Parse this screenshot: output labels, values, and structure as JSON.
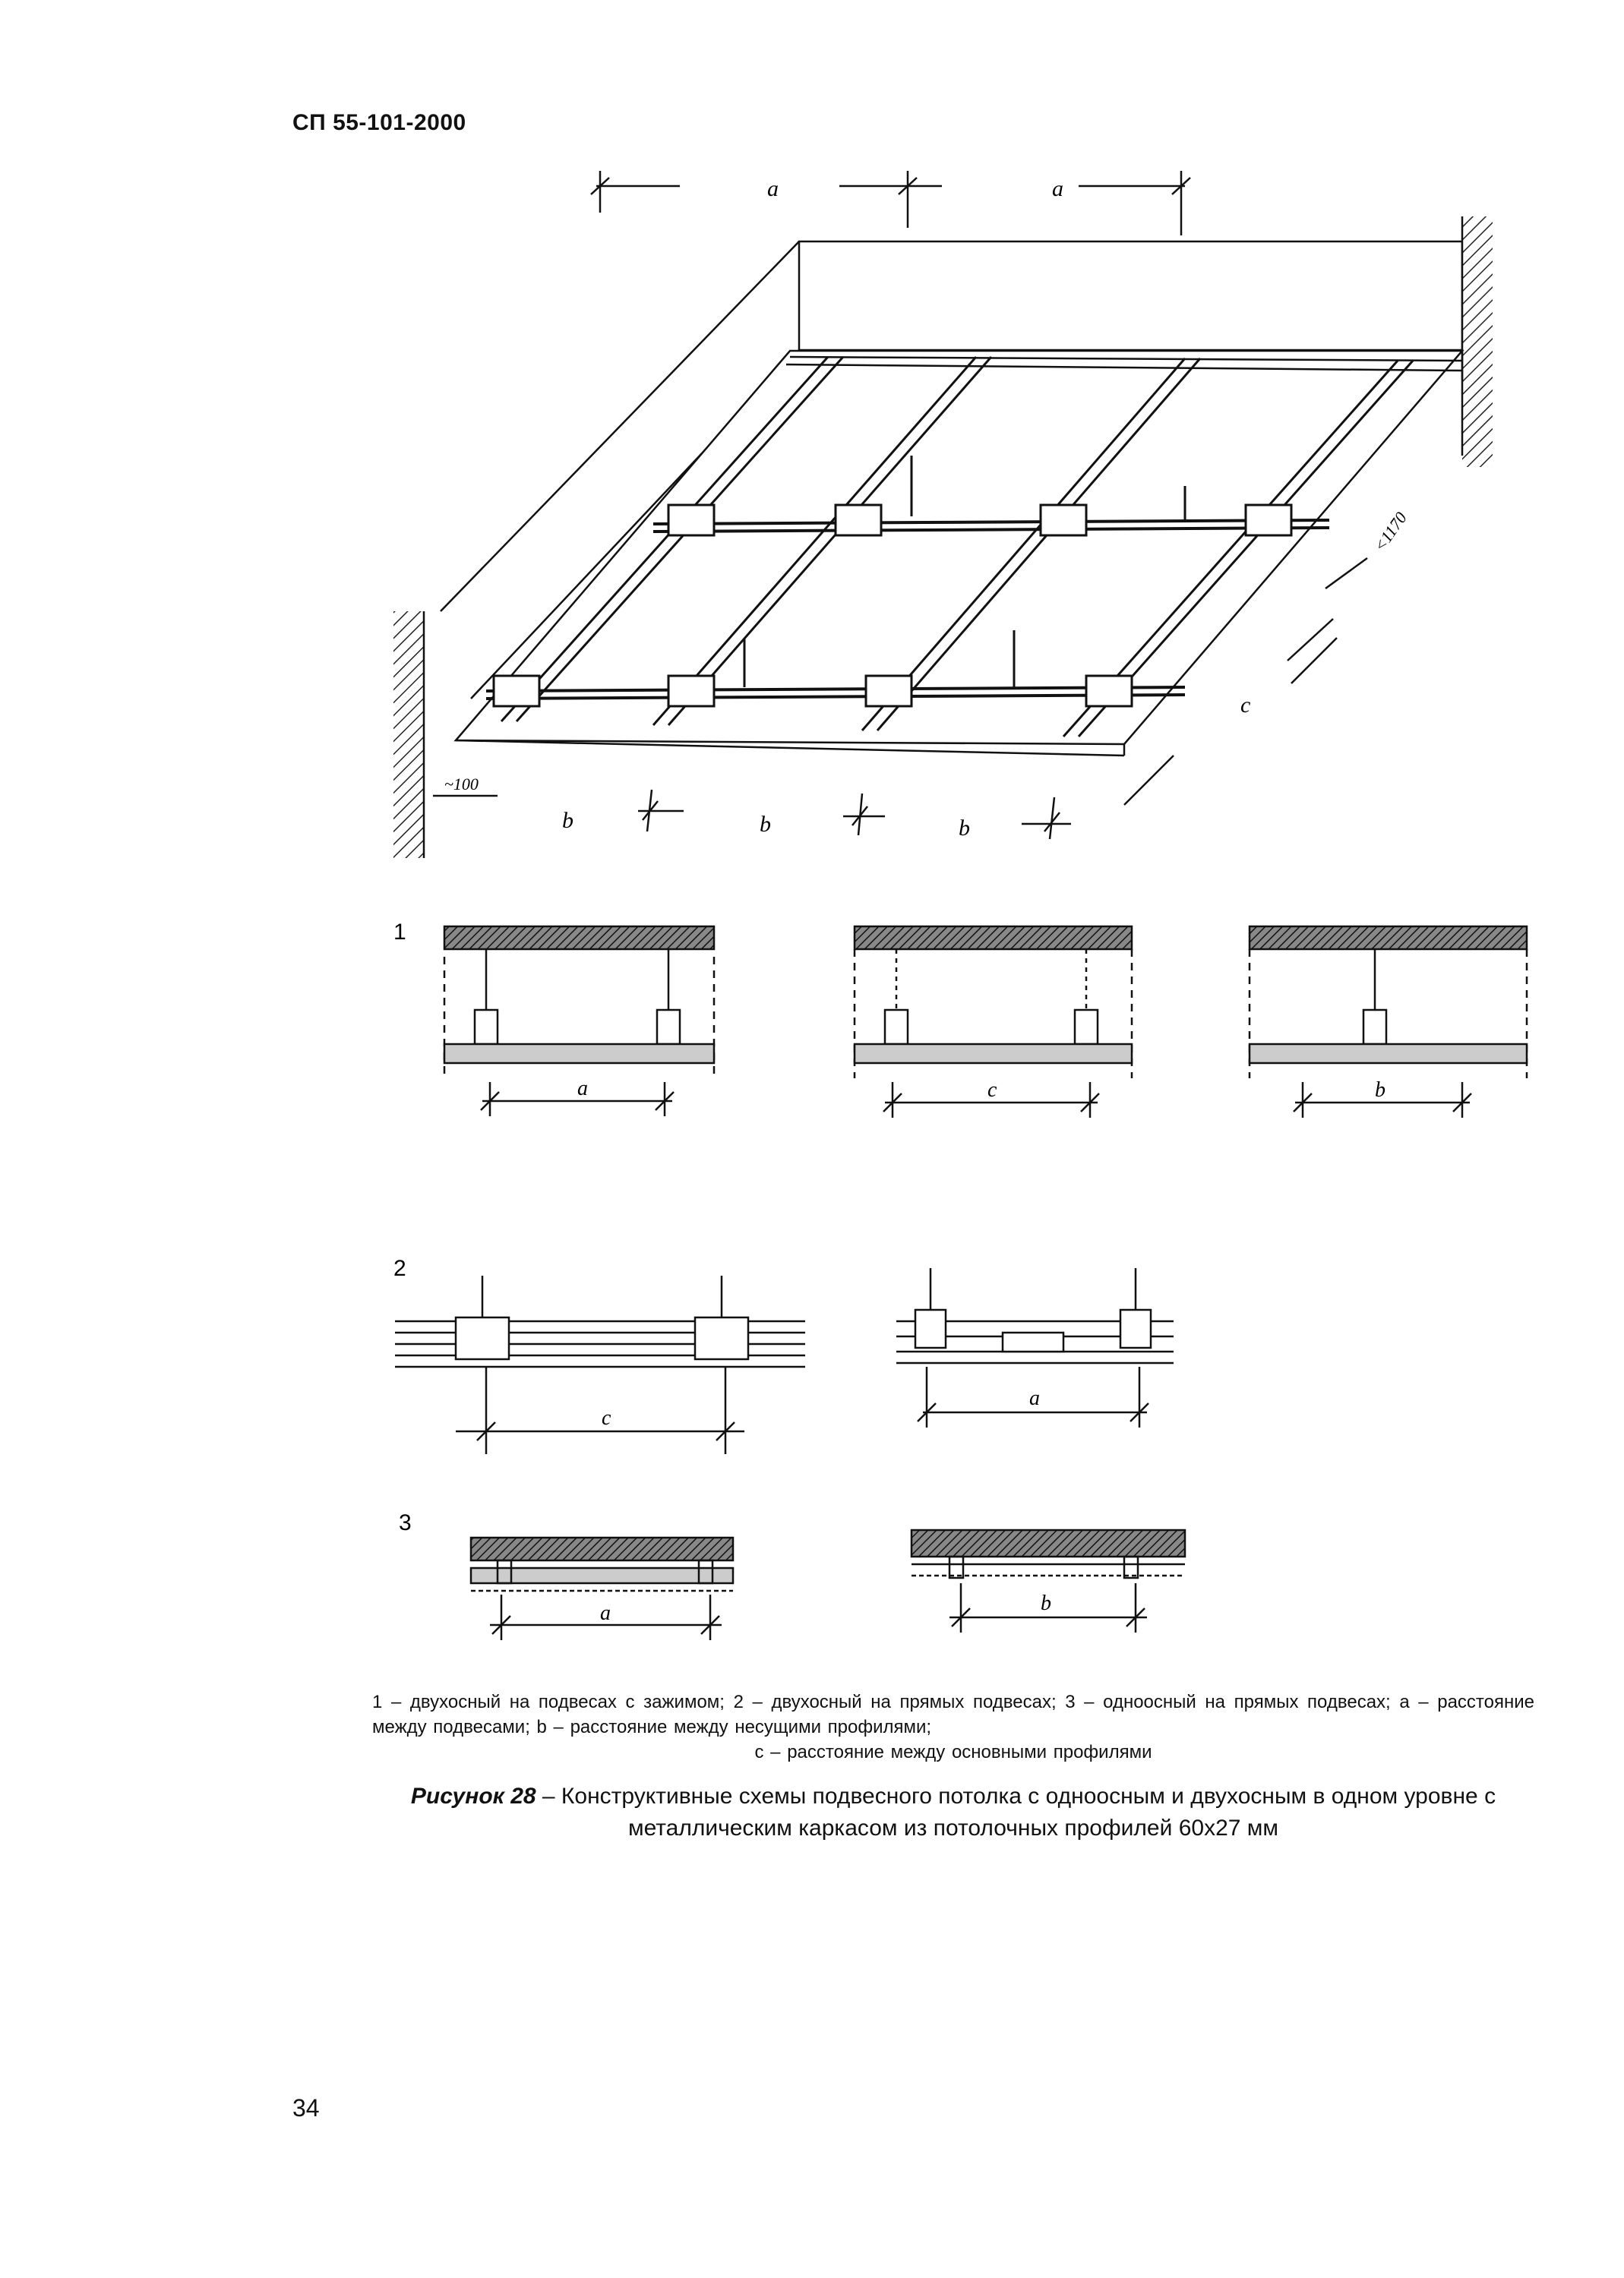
{
  "header": {
    "doc_code": "СП 55-101-2000"
  },
  "figure": {
    "perspective_labels": {
      "a1": "a",
      "a2": "a",
      "b1": "b",
      "b2": "b",
      "b3": "b",
      "c": "c",
      "dim_1170": "<1170",
      "dim_100": "~100"
    },
    "schemes": [
      {
        "number": "1",
        "details": [
          {
            "dim": "a"
          },
          {
            "dim": "c"
          },
          {
            "dim": "b"
          }
        ]
      },
      {
        "number": "2",
        "details": [
          {
            "dim": "c"
          },
          {
            "dim": "a"
          }
        ]
      },
      {
        "number": "3",
        "details": [
          {
            "dim": "a"
          },
          {
            "dim": "b"
          }
        ]
      }
    ]
  },
  "legend": {
    "line1": "1 – двухосный на подвесах с зажимом; 2 – двухосный на прямых подвесах; 3 – одноосный на прямых подвесах; a – расстояние между подвесами; b – расстояние между несущими профилями;",
    "line2": "c – расстояние между основными профилями"
  },
  "caption": {
    "label": "Рисунок 28",
    "text": " – Конструктивные схемы подвесного потолка с одноосным и двухосным в одном уровне с металлическим каркасом из потолочных профилей 60х27 мм"
  },
  "footer": {
    "page_number": "34"
  }
}
